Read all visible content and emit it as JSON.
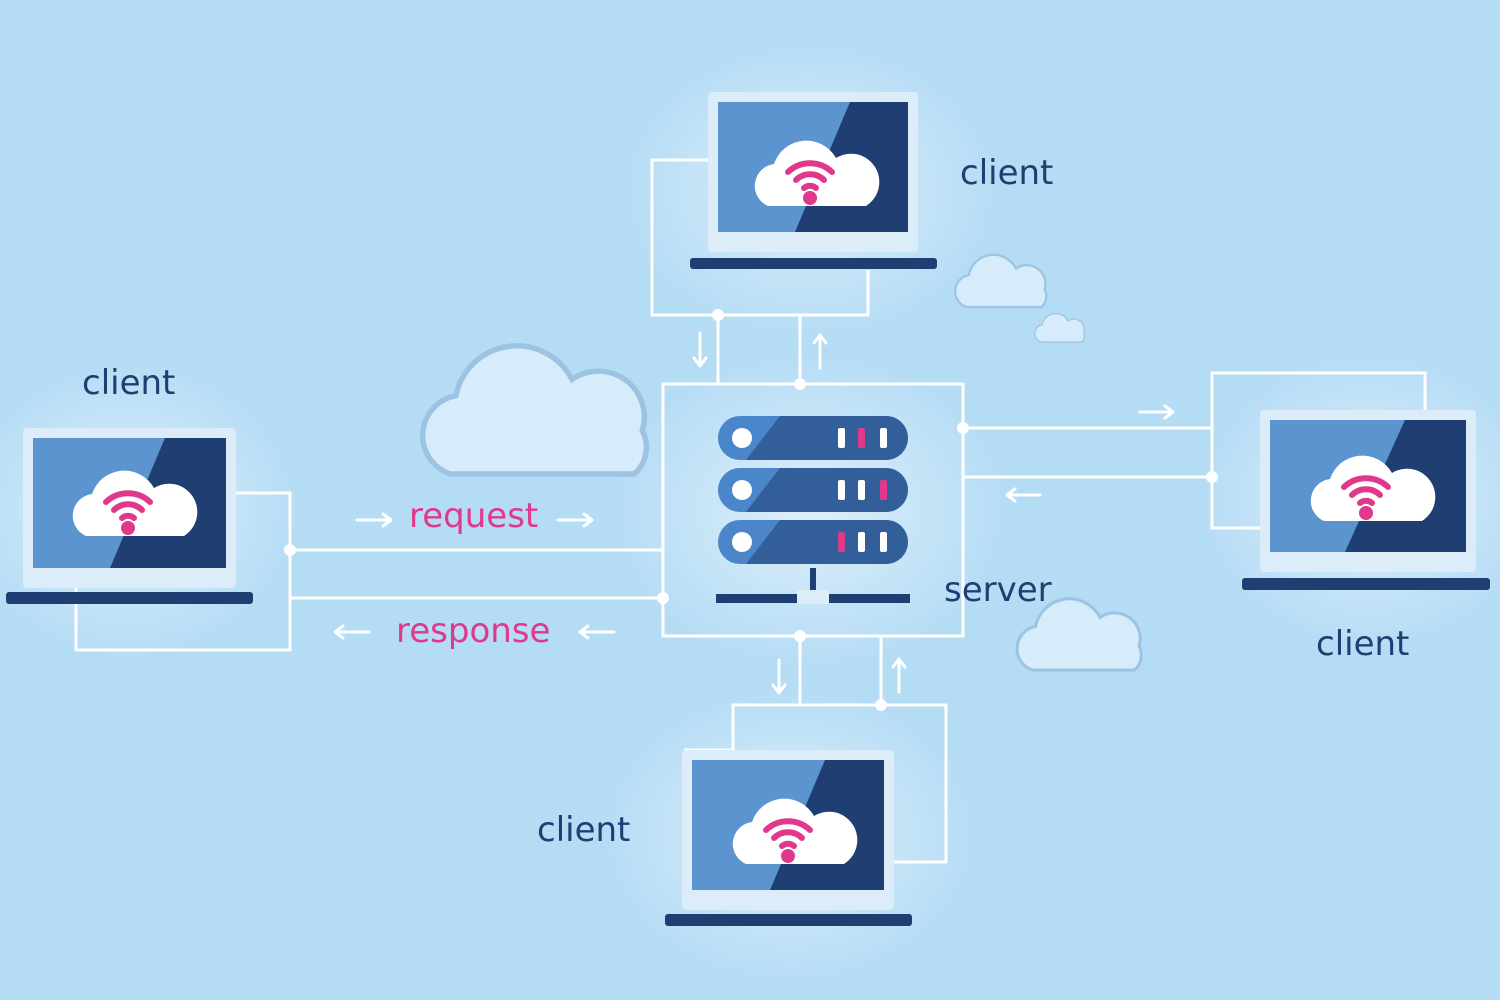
{
  "labels": {
    "client_top": "client",
    "client_left": "client",
    "client_right": "client",
    "client_bottom": "client",
    "server": "server",
    "request": "request",
    "response": "response"
  },
  "colors": {
    "background": "#b5dcf5",
    "laptop_screen_light": "#5b94cf",
    "laptop_screen_dark": "#1f3e72",
    "laptop_frame": "#dcecf9",
    "laptop_base": "#1f3e72",
    "wifi_accent": "#e0388b",
    "connector_line": "#ffffff",
    "server_rack": "#4a86c9",
    "label_text": "#1f3e72"
  },
  "icons": {
    "laptop": "laptop-icon",
    "cloud_wifi": "cloud-wifi-icon",
    "server": "server-rack-icon",
    "cloud": "cloud-icon",
    "arrow": "arrow-icon"
  }
}
